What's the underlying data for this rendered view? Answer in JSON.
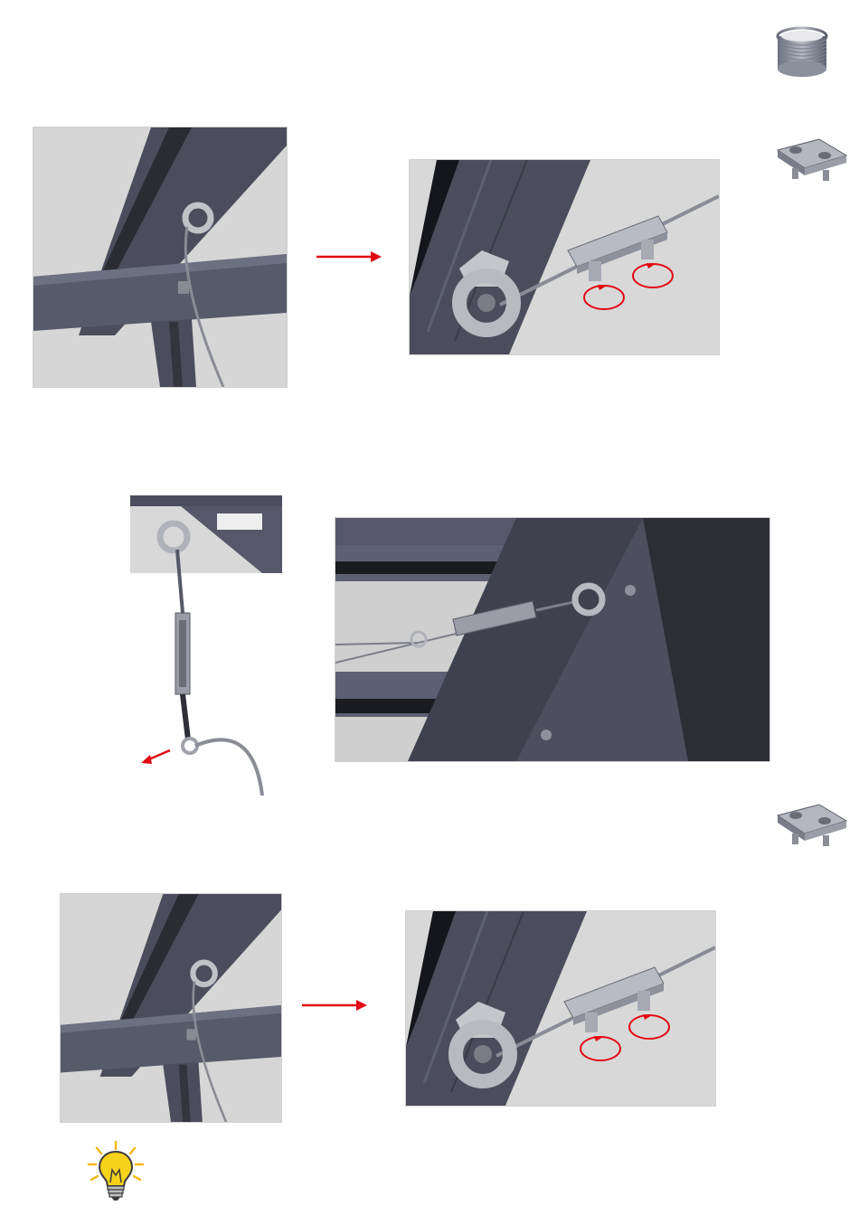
{
  "page": {
    "sections": [
      {
        "id": "step-clamp-top",
        "images": [
          "overview-corner",
          "clamp-detail"
        ],
        "arrow": "right"
      },
      {
        "id": "step-turnbuckle",
        "images": [
          "turnbuckle-vertical",
          "turnbuckle-installed"
        ],
        "arrow": "down-left"
      },
      {
        "id": "step-clamp-bottom",
        "images": [
          "overview-corner",
          "clamp-detail"
        ],
        "arrow": "right"
      }
    ],
    "parts_icons": [
      "wire-coil-icon",
      "wire-clamp-icon",
      "wire-clamp-icon"
    ],
    "tip_icon": "lightbulb-icon"
  },
  "colors": {
    "accent": "#e30613",
    "steel": "#4a4c5a",
    "steel_light": "#6e7080",
    "background_panel": "#d9d9d9",
    "bulb": "#f6d21b"
  }
}
